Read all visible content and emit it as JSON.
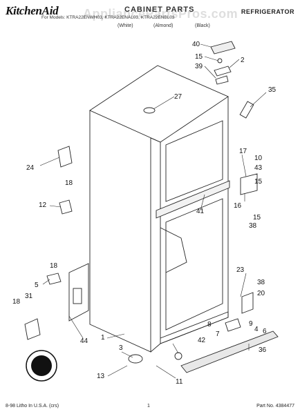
{
  "header": {
    "brand": "KitchenAid",
    "title": "CABINET PARTS",
    "product": "REFRIGERATOR",
    "models_line": "For Models: KTRA22ENWH03, KTRA22ENAL03, KTRA22ENBL03",
    "colors": [
      "(White)",
      "(Almond)",
      "(Black)"
    ],
    "watermark": "AppliancePartsPros.com"
  },
  "callouts": [
    "40",
    "15",
    "2",
    "39",
    "35",
    "27",
    "17",
    "10",
    "43",
    "24",
    "15",
    "18",
    "41",
    "16",
    "15",
    "12",
    "38",
    "18",
    "23",
    "5",
    "38",
    "20",
    "31",
    "18",
    "8",
    "6",
    "7",
    "9",
    "4",
    "44",
    "1",
    "42",
    "3",
    "36",
    "13",
    "11"
  ],
  "footer": {
    "left": "8-98 Litho In U.S.A. (crs)",
    "page": "1",
    "part_no": "Part No. 4384477"
  }
}
